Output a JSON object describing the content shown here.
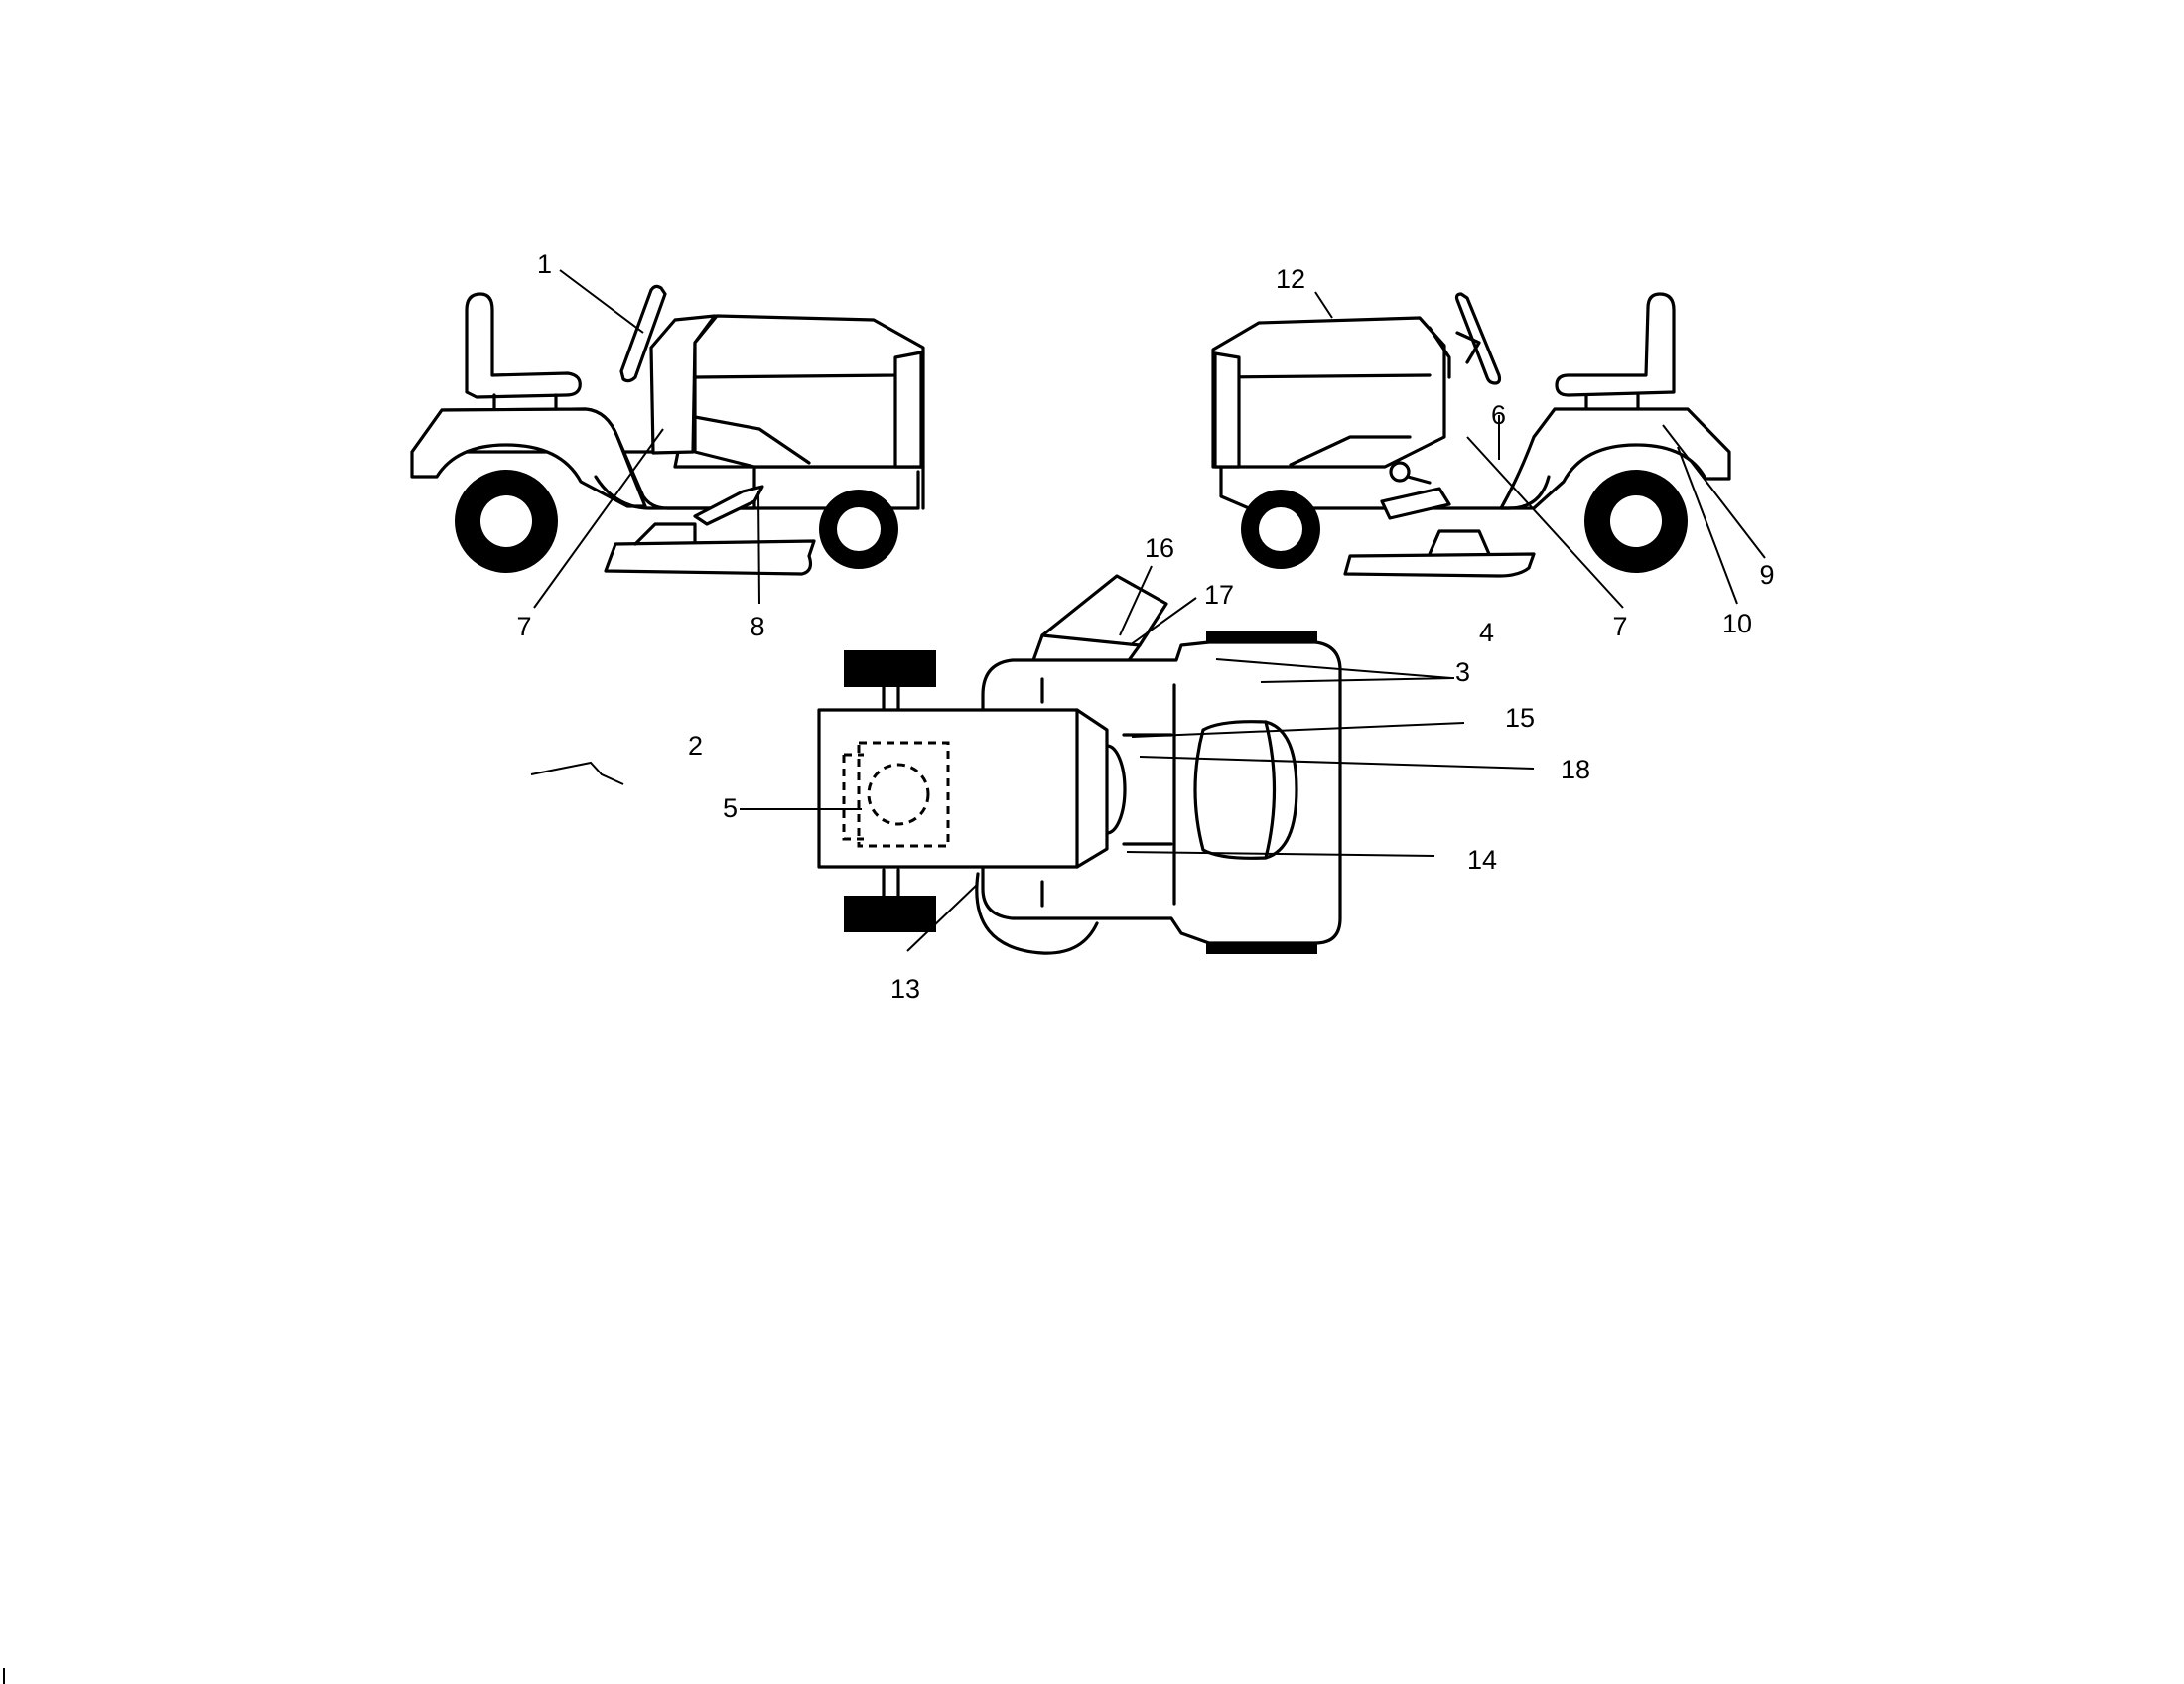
{
  "callouts": {
    "c1": "1",
    "c2": "2",
    "c3": "3",
    "c4": "4",
    "c5": "5",
    "c6": "6",
    "c7_left": "7",
    "c7_right": "7",
    "c8": "8",
    "c9": "9",
    "c10": "10",
    "c12": "12",
    "c13": "13",
    "c14": "14",
    "c15": "15",
    "c16": "16",
    "c17": "17",
    "c18": "18"
  },
  "views": [
    "left-side-view",
    "right-side-view",
    "top-view"
  ]
}
